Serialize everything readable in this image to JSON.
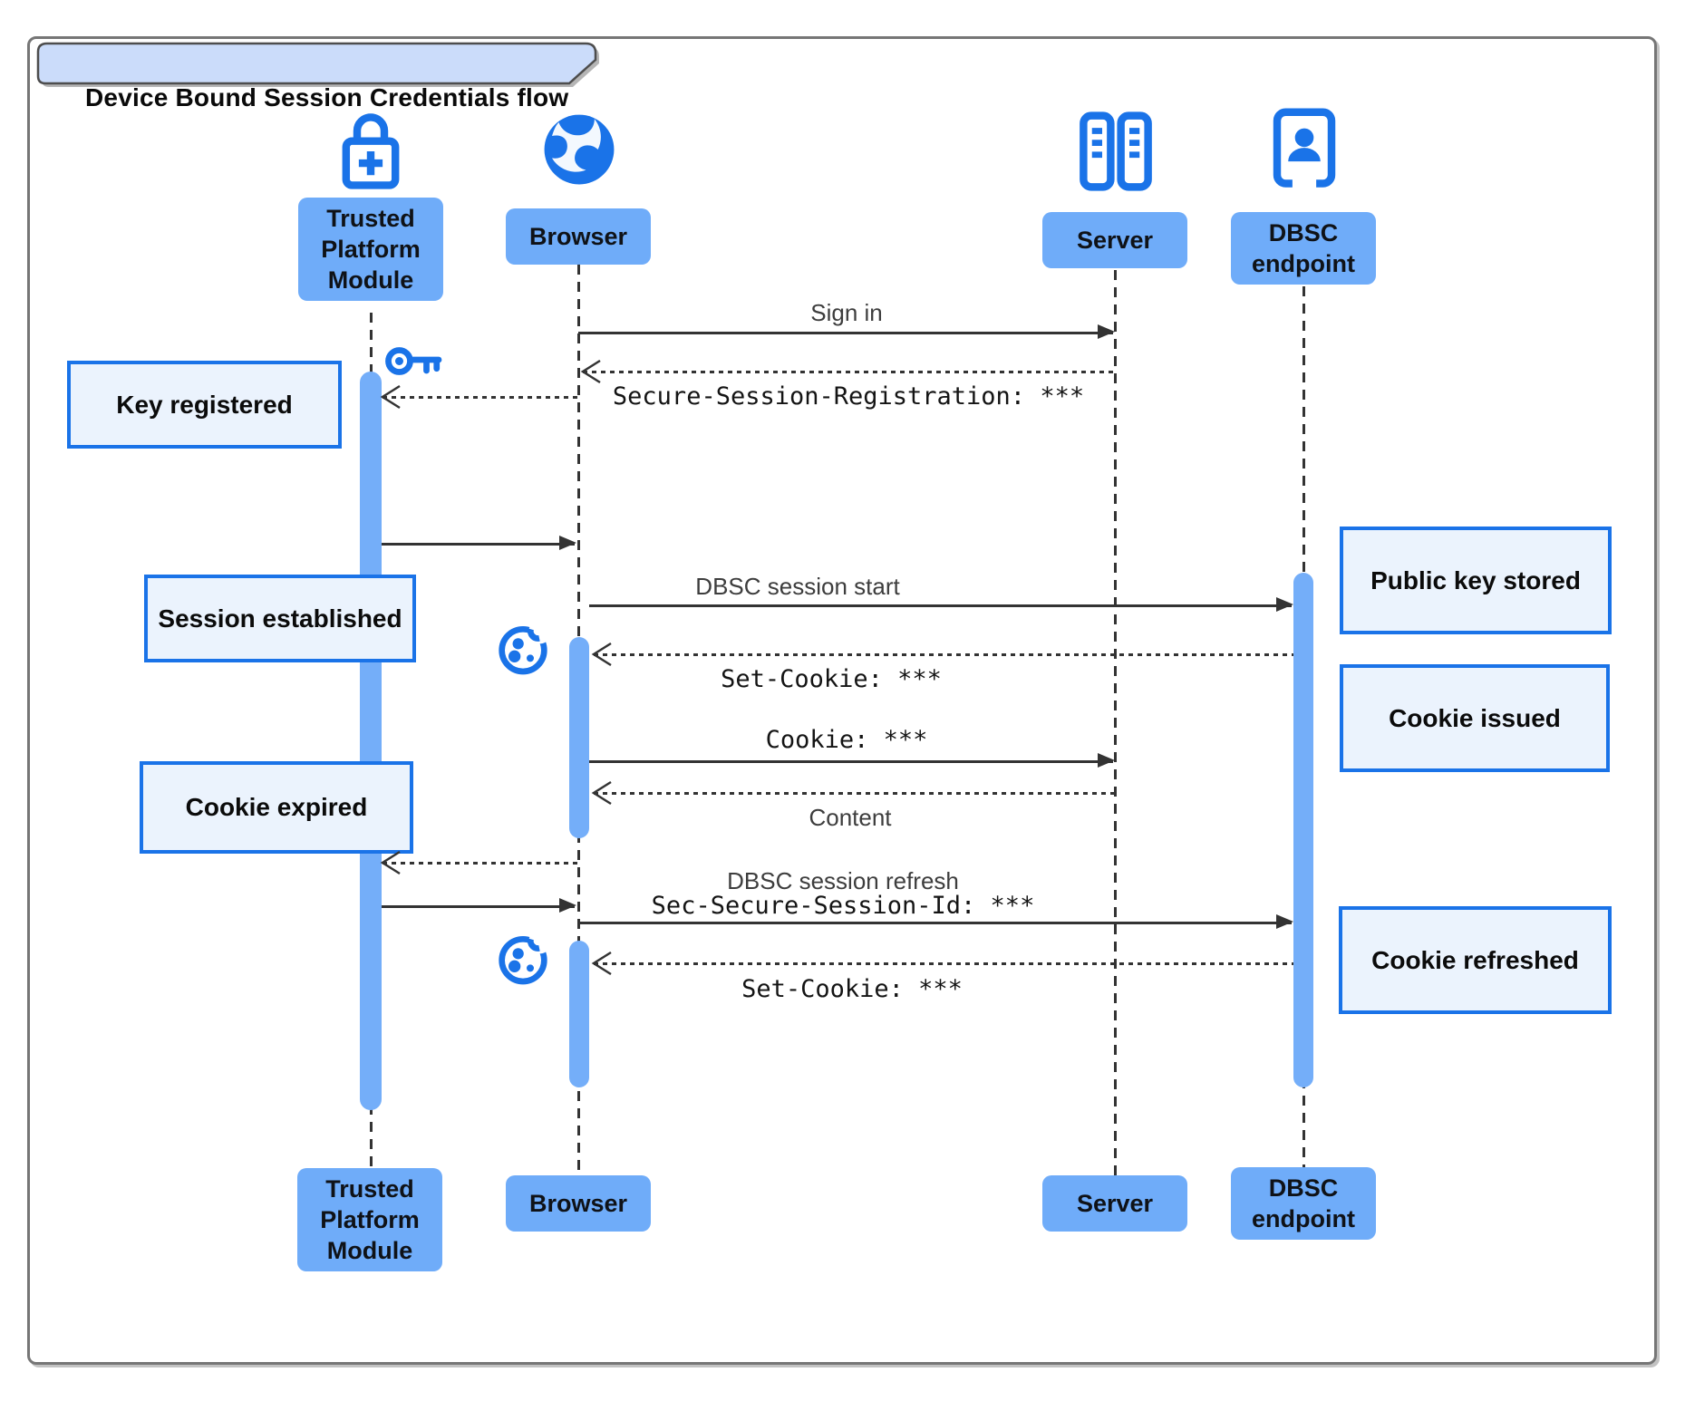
{
  "title": "Device Bound Session Credentials flow",
  "participants": [
    {
      "id": "tpm",
      "label": "Trusted Platform Module",
      "icon": "lock-plus-icon"
    },
    {
      "id": "browser",
      "label": "Browser",
      "icon": "globe-icon"
    },
    {
      "id": "server",
      "label": "Server",
      "icon": "server-rack-icon"
    },
    {
      "id": "dbsc",
      "label": "DBSC endpoint",
      "icon": "door-person-icon"
    }
  ],
  "messages": {
    "sign_in": "Sign in",
    "registration": "Secure-Session-Registration: ***",
    "session_start": "DBSC session start",
    "set_cookie_1": "Set-Cookie: ***",
    "cookie": "Cookie: ***",
    "content": "Content",
    "session_refresh": "DBSC session refresh",
    "session_id": "Sec-Secure-Session-Id: ***",
    "set_cookie_2": "Set-Cookie: ***"
  },
  "notes": {
    "key_registered": "Key registered",
    "session_established": "Session established",
    "cookie_expired": "Cookie expired",
    "public_key_stored": "Public key stored",
    "cookie_issued": "Cookie issued",
    "cookie_refreshed": "Cookie refreshed"
  },
  "colors": {
    "icon_blue": "#1a73e8",
    "box_blue": "#6facf9",
    "bar_blue": "#74aef9",
    "note_fill": "#ebf3fd",
    "note_border": "#1a73e8",
    "tab_fill": "#cbdcfa",
    "line": "#333333"
  }
}
